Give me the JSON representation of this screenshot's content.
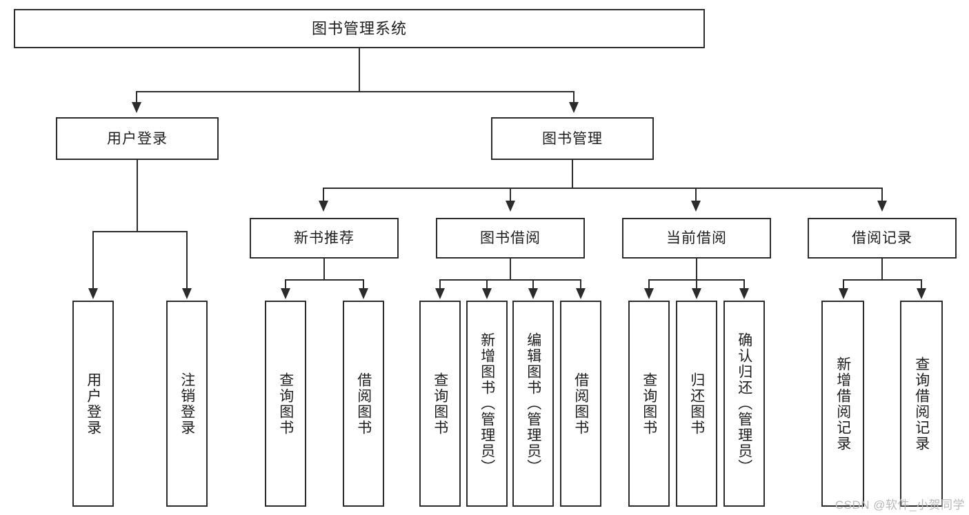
{
  "diagram": {
    "title": "图书管理系统",
    "type": "tree",
    "root": {
      "label": "图书管理系统"
    },
    "level2": [
      {
        "label": "用户登录"
      },
      {
        "label": "图书管理"
      }
    ],
    "level3": [
      {
        "label": "新书推荐"
      },
      {
        "label": "图书借阅"
      },
      {
        "label": "当前借阅"
      },
      {
        "label": "借阅记录"
      }
    ],
    "leaves": {
      "user_login": [
        {
          "label": "用户登录"
        },
        {
          "label": "注销登录"
        }
      ],
      "new_book_recommend": [
        {
          "label": "查询图书"
        },
        {
          "label": "借阅图书"
        }
      ],
      "book_borrow": [
        {
          "label": "查询图书"
        },
        {
          "label": "新增图书（管理员）"
        },
        {
          "label": "编辑图书（管理员）"
        },
        {
          "label": "借阅图书"
        }
      ],
      "current_borrow": [
        {
          "label": "查询图书"
        },
        {
          "label": "归还图书"
        },
        {
          "label": "确认归还（管理员）"
        }
      ],
      "borrow_record": [
        {
          "label": "新增借阅记录"
        },
        {
          "label": "查询借阅记录"
        }
      ]
    }
  },
  "watermark": {
    "text": "CSDN @软件_小贺同学"
  },
  "colors": {
    "stroke": "#2b2b2b",
    "text": "#1d1d1d",
    "background": "#ffffff",
    "watermark": "#b9b9b9"
  }
}
